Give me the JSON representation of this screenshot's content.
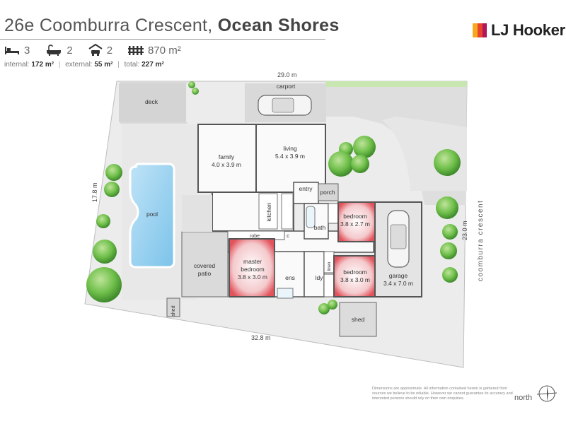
{
  "header": {
    "street": "26e Coomburra Crescent,",
    "suburb": "Ocean Shores",
    "bedrooms": "3",
    "bathrooms": "2",
    "cars": "2",
    "land_area": "870 m²"
  },
  "areas": {
    "internal_label": "internal:",
    "internal_value": "172 m²",
    "external_label": "external:",
    "external_value": "55 m²",
    "total_label": "total:",
    "total_value": "227 m²"
  },
  "brand": {
    "name": "LJ Hooker",
    "colors": [
      "#f7a823",
      "#e8432b",
      "#b0165a"
    ]
  },
  "dimensions": {
    "top": "29.0 m",
    "left": "17.8 m",
    "right": "23.0 m",
    "bottom": "32.8 m"
  },
  "street_label": "coomburra crescent",
  "rooms": {
    "deck": "deck",
    "carport": "carport",
    "family": "family",
    "family_size": "4.0 x 3.9 m",
    "living": "living",
    "living_size": "5.4 x 3.9 m",
    "pool": "pool",
    "kitchen": "kitchen",
    "entry": "entry",
    "porch": "porch",
    "robe": "robe",
    "c": "c",
    "covered_patio_1": "covered",
    "covered_patio_2": "patio",
    "master_1": "master",
    "master_2": "bedroom",
    "master_size": "3.8 x 3.0 m",
    "ens": "ens",
    "ldy": "ldy",
    "linen": "linen",
    "bath": "bath",
    "bedroom2": "bedroom",
    "bedroom2_size": "3.8 x 2.7 m",
    "bedroom3": "bedroom",
    "bedroom3_size": "3.8 x 3.0 m",
    "garage": "garage",
    "garage_size": "3.4 x 7.0 m",
    "shed": "shed",
    "shed2": "shed"
  },
  "disclaimer": "Dimensions are approximate. All information contained herein is gathered from sources we believe to be reliable. However we cannot guarantee its accuracy and interested persons should rely on their own enquiries.",
  "north_label": "north"
}
